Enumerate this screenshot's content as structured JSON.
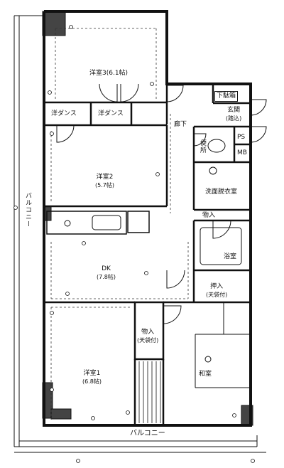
{
  "rooms": {
    "western3": {
      "name": "洋室3",
      "size": "(6.1帖)"
    },
    "western2": {
      "name": "洋室2",
      "size": "(5.7帖)"
    },
    "western1": {
      "name": "洋室1",
      "size": "(6.8帖)"
    },
    "dk": {
      "name": "DK",
      "size": "(7.8帖)"
    },
    "japanese": {
      "name": "和室"
    },
    "corridor": {
      "name": "廊下"
    },
    "entrance": {
      "name": "玄関",
      "note": "(踏込)"
    },
    "shoe_cabinet": {
      "name": "下駄箱"
    },
    "toilet": {
      "name": "便所"
    },
    "washroom": {
      "name": "洗面脱衣室"
    },
    "bath": {
      "name": "浴室"
    },
    "ps": {
      "name": "PS"
    },
    "mb": {
      "name": "MB"
    },
    "storage_small": {
      "name": "物入"
    },
    "storage_right": {
      "name": "押入",
      "note": "(天袋付)"
    },
    "storage_center": {
      "name": "物入",
      "note": "(天袋付)"
    },
    "wardrobe_left": {
      "name": "洋ダンス"
    },
    "wardrobe_right": {
      "name": "洋ダンス"
    }
  },
  "balcony": {
    "west": "バルコニー",
    "south": "バルコニー"
  },
  "colors": {
    "wall": "#111111",
    "background": "#ffffff",
    "dashed": "#333333"
  }
}
